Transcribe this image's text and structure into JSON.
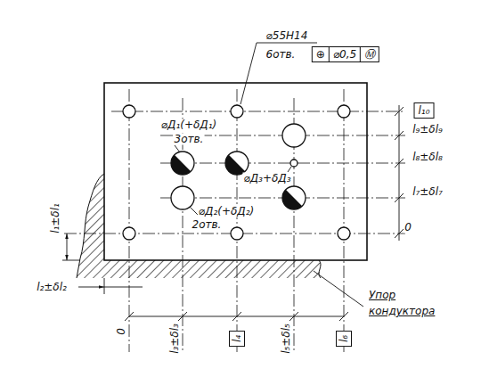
{
  "diagram": {
    "nodes": [
      {
        "text": [
          "⊕",
          "⌀0,5",
          "Ⓜ"
        ]
      },
      {
        "text": [
          "l₁₀"
        ]
      },
      {
        "text": [
          "l₄"
        ]
      },
      {
        "text": [
          "l₆"
        ]
      }
    ],
    "labels": [
      "⌀55H14",
      "6отв.",
      "⌀Д₁(+δД₁)",
      "3отв.",
      "⌀Д₂(+δД₂)",
      "2отв.",
      "⌀Д₃+δД₃",
      "l₉±δl₉",
      "l₈±δl₈",
      "l₇±δl₇",
      "0",
      "l₁±δl₁",
      "l₂±δl₂",
      "0",
      "l₃±δl₃",
      "l₅±δl₅",
      "Упор кондуктора"
    ]
  }
}
